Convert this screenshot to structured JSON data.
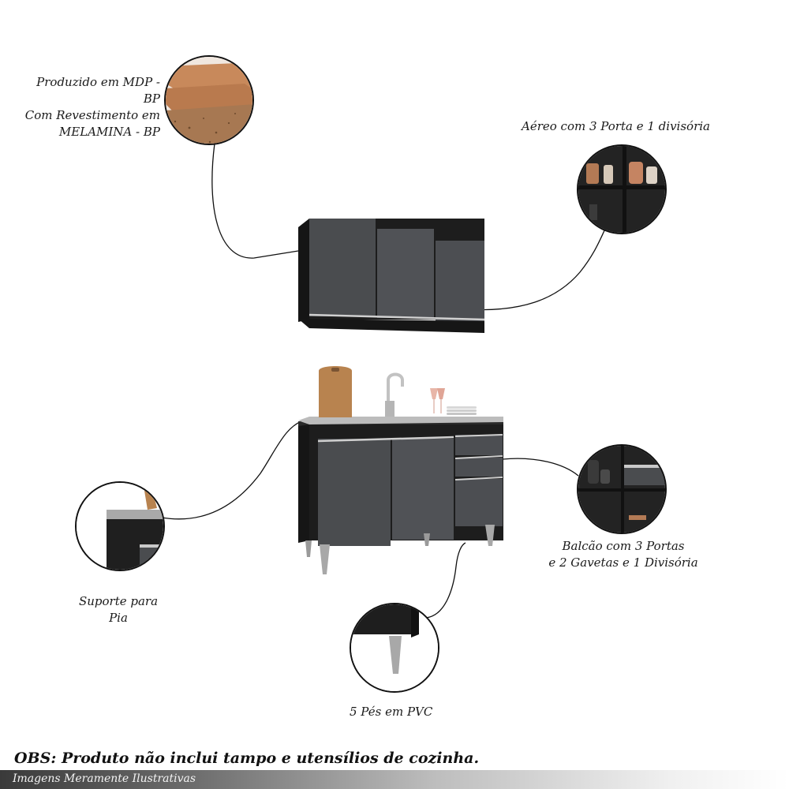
{
  "callouts": {
    "material": {
      "label_lines": [
        "Produzido em MDP - BP",
        "Com Revestimento em",
        "MELAMINA - BP"
      ],
      "icon": "mdp-board-sample"
    },
    "aereo": {
      "label": "Aéreo com 3 Porta e 1 divisória",
      "icon": "shelf-interior-closeup"
    },
    "suporte": {
      "label_lines": [
        "Suporte para",
        "Pia"
      ],
      "icon": "sink-support-closeup"
    },
    "balcao": {
      "label_lines": [
        "Balcão com 3 Portas",
        "e 2 Gavetas e 1 Divisória"
      ],
      "icon": "cabinet-interior-closeup"
    },
    "pes": {
      "label": "5 Pés em PVC",
      "icon": "pvc-foot-closeup"
    }
  },
  "notice": "OBS: Produto não inclui tampo e utensílios de cozinha.",
  "footer": "Imagens Meramente Ilustrativas",
  "colors": {
    "cabinet_body": "#1c1c1c",
    "door_gray": "#4a4c4f",
    "handle_silver": "#c9c9c9",
    "wood": "#b8834f",
    "footer_dark": "#3a3a3a"
  }
}
